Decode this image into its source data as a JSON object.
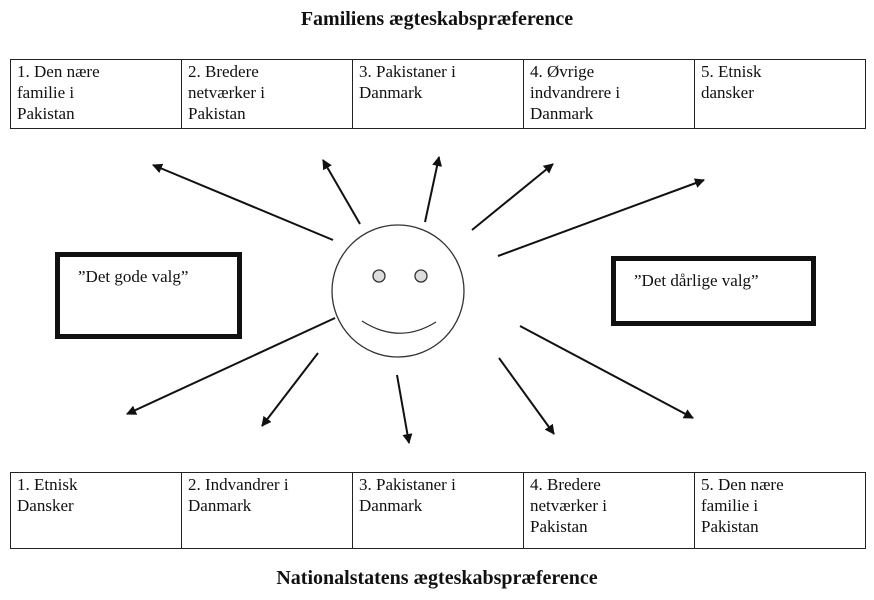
{
  "top_title": "Familiens ægteskabspræference",
  "bottom_title": "Nationalstatens ægteskabspræference",
  "top_row": [
    [
      "1. Den nære",
      "familie i",
      "Pakistan"
    ],
    [
      "2. Bredere",
      "netværker i",
      "Pakistan"
    ],
    [
      "3. Pakistaner i",
      "Danmark"
    ],
    [
      "4. Øvrige",
      "indvandrere i",
      "Danmark"
    ],
    [
      "5. Etnisk",
      "dansker"
    ]
  ],
  "bottom_row": [
    [
      "1. Etnisk",
      "Dansker"
    ],
    [
      "2. Indvandrer i",
      "Danmark"
    ],
    [
      "3. Pakistaner i",
      "Danmark"
    ],
    [
      "4. Bredere",
      "netværker i",
      "Pakistan"
    ],
    [
      "5. Den nære",
      "familie i",
      "Pakistan"
    ]
  ],
  "good_choice": "”Det gode valg”",
  "bad_choice": "”Det dårlige valg”"
}
